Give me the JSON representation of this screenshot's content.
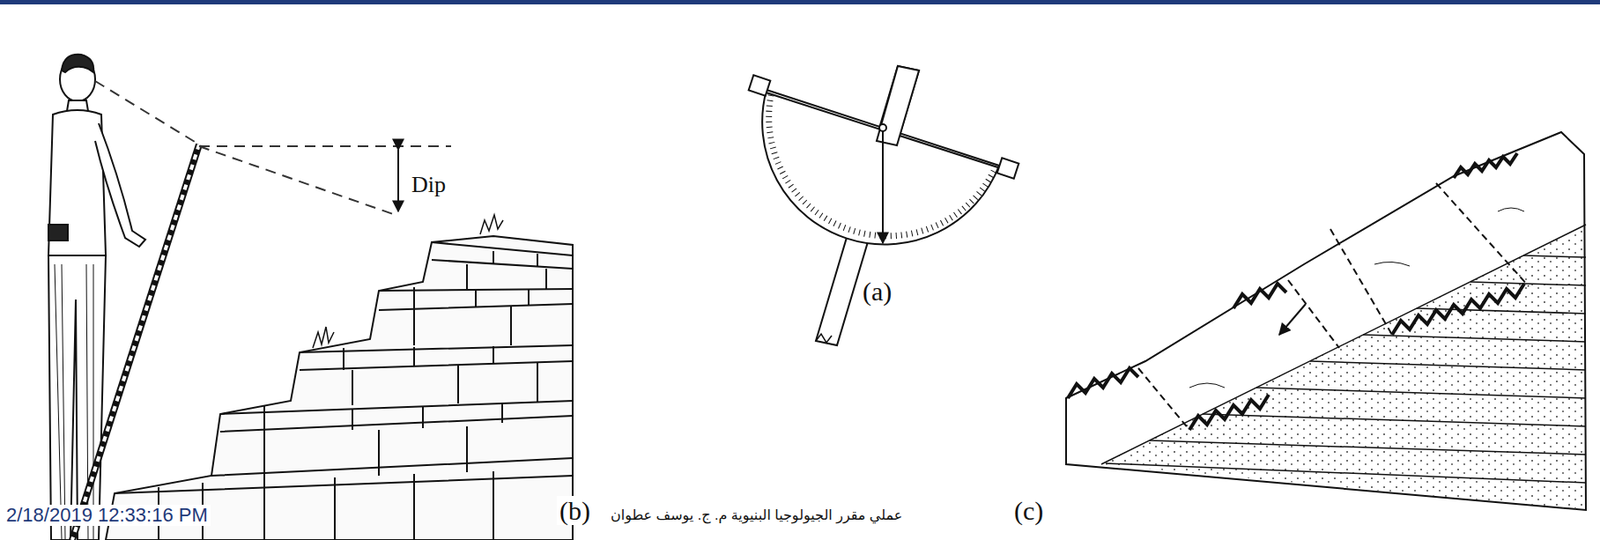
{
  "diagram": {
    "labels": [
      "Dip",
      "(a)",
      "2/18/2019 12:33:16 PM",
      "(b)",
      "عملي مقرر الجيولوجيا البنيوية م. ج. يوسف عطوان",
      "(c)"
    ]
  }
}
